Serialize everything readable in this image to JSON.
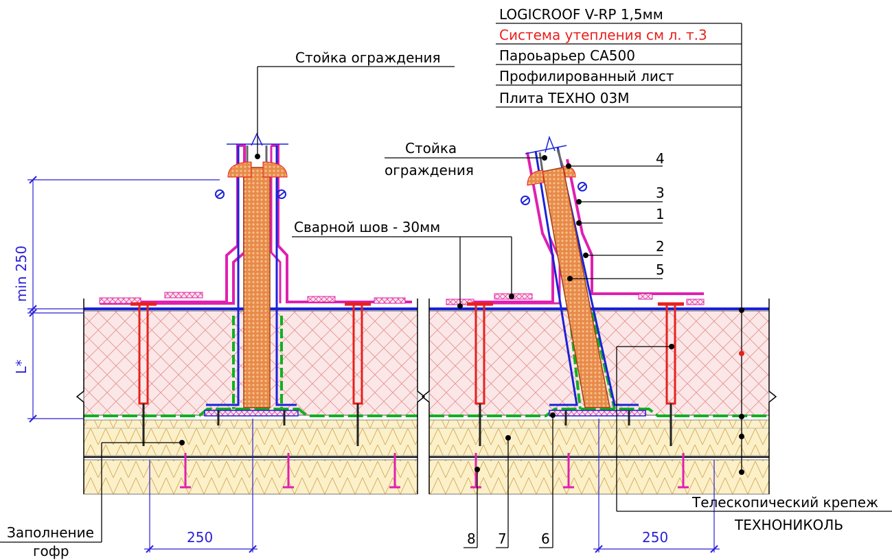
{
  "layers": {
    "layer1": "LOGICROOF V-RP 1,5мм",
    "layer2": "Система утепления см л. т.3",
    "layer3": "Пароьарьер CA500",
    "layer4": "Профилированный лист",
    "layer5": "Плита ТЕХНО 03М"
  },
  "labels": {
    "post_left": "Стойка ограждения",
    "post_right_1": "Стойка",
    "post_right_2": "ограждения",
    "weld": "Сварной шов - 30мм",
    "fill_1": "Заполнение",
    "fill_2": "гофр",
    "fastener_1": "Телескопический крепеж",
    "fastener_2": "ТЕХНОНИКОЛЬ"
  },
  "callouts": [
    "1",
    "2",
    "3",
    "4",
    "5",
    "6",
    "7",
    "8"
  ],
  "dimensions": {
    "height": "min 250",
    "thickness": "L*",
    "spacing_left": "250",
    "spacing_right": "250"
  },
  "colors": {
    "membrane": "#e020b0",
    "vapor_barrier": "#1a22d8",
    "fastener": "#e8201c",
    "separator": "#10b020",
    "insulation": "#f4c6c6",
    "profile_fill": "#f8e8b0",
    "core": "#e07a3a",
    "dimension": "#2a1fd6"
  }
}
